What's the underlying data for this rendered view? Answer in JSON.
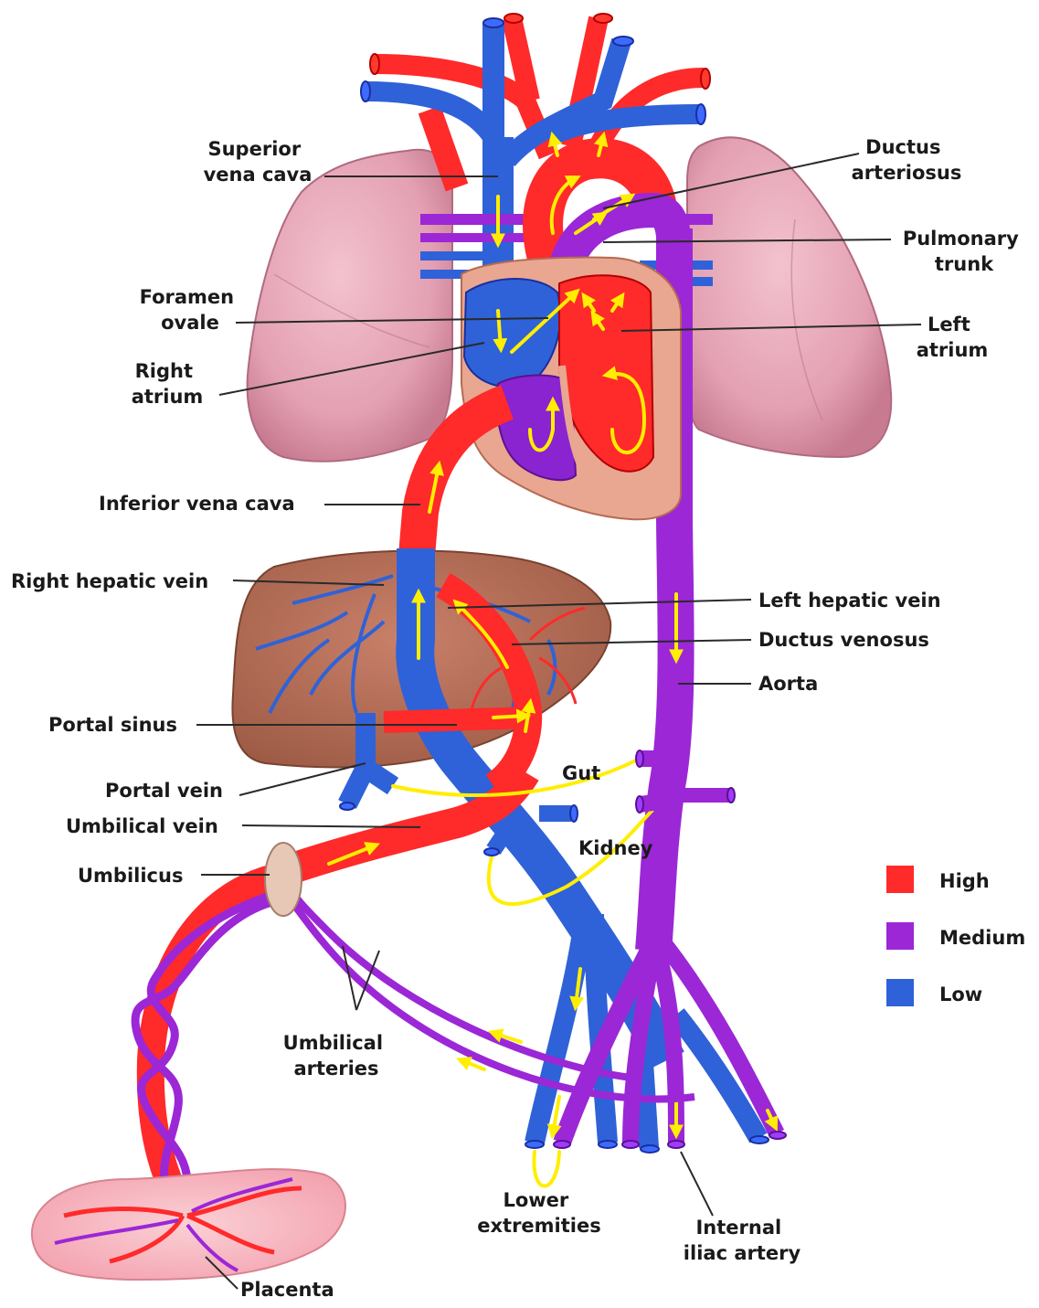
{
  "labels": {
    "superior_vena_cava": [
      "Superior",
      "vena cava"
    ],
    "ductus_arteriosus": [
      "Ductus",
      "arteriosus"
    ],
    "pulmonary_trunk": [
      "Pulmonary",
      "trunk"
    ],
    "foramen_ovale": [
      "Foramen",
      "ovale"
    ],
    "left_atrium": [
      "Left",
      "atrium"
    ],
    "right_atrium": [
      "Right",
      "atrium"
    ],
    "inferior_vena_cava": "Inferior vena cava",
    "right_hepatic_vein": "Right hepatic vein",
    "left_hepatic_vein": "Left hepatic vein",
    "ductus_venosus": "Ductus venosus",
    "aorta": "Aorta",
    "portal_sinus": "Portal sinus",
    "gut": "Gut",
    "portal_vein": "Portal vein",
    "umbilical_vein": "Umbilical vein",
    "kidney": "Kidney",
    "umbilicus": "Umbilicus",
    "umbilical_arteries": [
      "Umbilical",
      "arteries"
    ],
    "lower_extremities": [
      "Lower",
      "extremities"
    ],
    "internal_iliac_artery": [
      "Internal",
      "iliac artery"
    ],
    "placenta": "Placenta"
  },
  "legend": [
    {
      "label": "High",
      "color": "#ff2a2a"
    },
    {
      "label": "Medium",
      "color": "#9b27d6"
    },
    {
      "label": "Low",
      "color": "#2f62d8"
    }
  ],
  "colors": {
    "high_oxygen": "#ff2a2a",
    "medium_oxygen": "#9b27d6",
    "low_oxygen": "#2f62d8",
    "lung": "#e5a1b3",
    "liver": "#b56b52",
    "placenta": "#f6b6c0",
    "flow_arrow": "#ffee00"
  }
}
